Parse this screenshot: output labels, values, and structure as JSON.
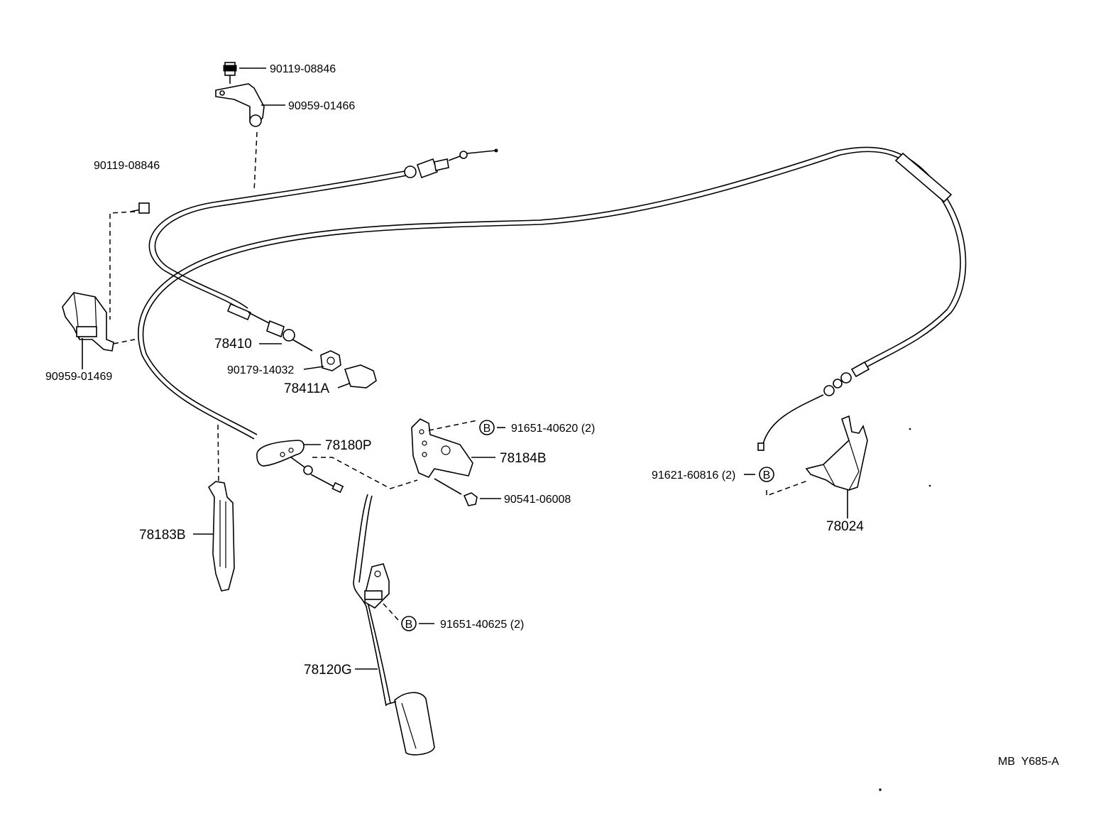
{
  "diagram_code": "MB  Y685-A",
  "circle_letter": "B",
  "labels": {
    "bolt_top": "90119-08846",
    "bracket_top": "90959-01466",
    "bolt_left": "90119-08846",
    "clamp_left": "90959-01469",
    "cable_78410": "78410",
    "nut_90179": "90179-14032",
    "cap_78411a": "78411A",
    "cable_78180p": "78180P",
    "bolt_91651_40620": "91651-40620 (2)",
    "bracket_78184b": "78184B",
    "grommet_90541": "90541-06008",
    "bolt_91621": "91621-60816 (2)",
    "bracket_78024": "78024",
    "protector_78183b": "78183B",
    "bolt_91651_40625": "91651-40625 (2)",
    "pedal_78120g": "78120G"
  }
}
